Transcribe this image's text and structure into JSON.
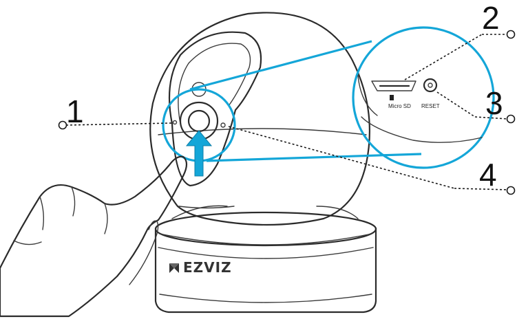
{
  "callouts": [
    "1",
    "2",
    "3",
    "4"
  ],
  "zoom_labels": {
    "micro_sd": "Micro SD",
    "reset": "RESET"
  },
  "brand": "EZVIZ",
  "colors": {
    "highlight": "#14a6d8",
    "ink": "#2b2b2b"
  },
  "icons": [
    "arrow-up-icon",
    "ezviz-logo-icon",
    "sd-card-icon"
  ]
}
